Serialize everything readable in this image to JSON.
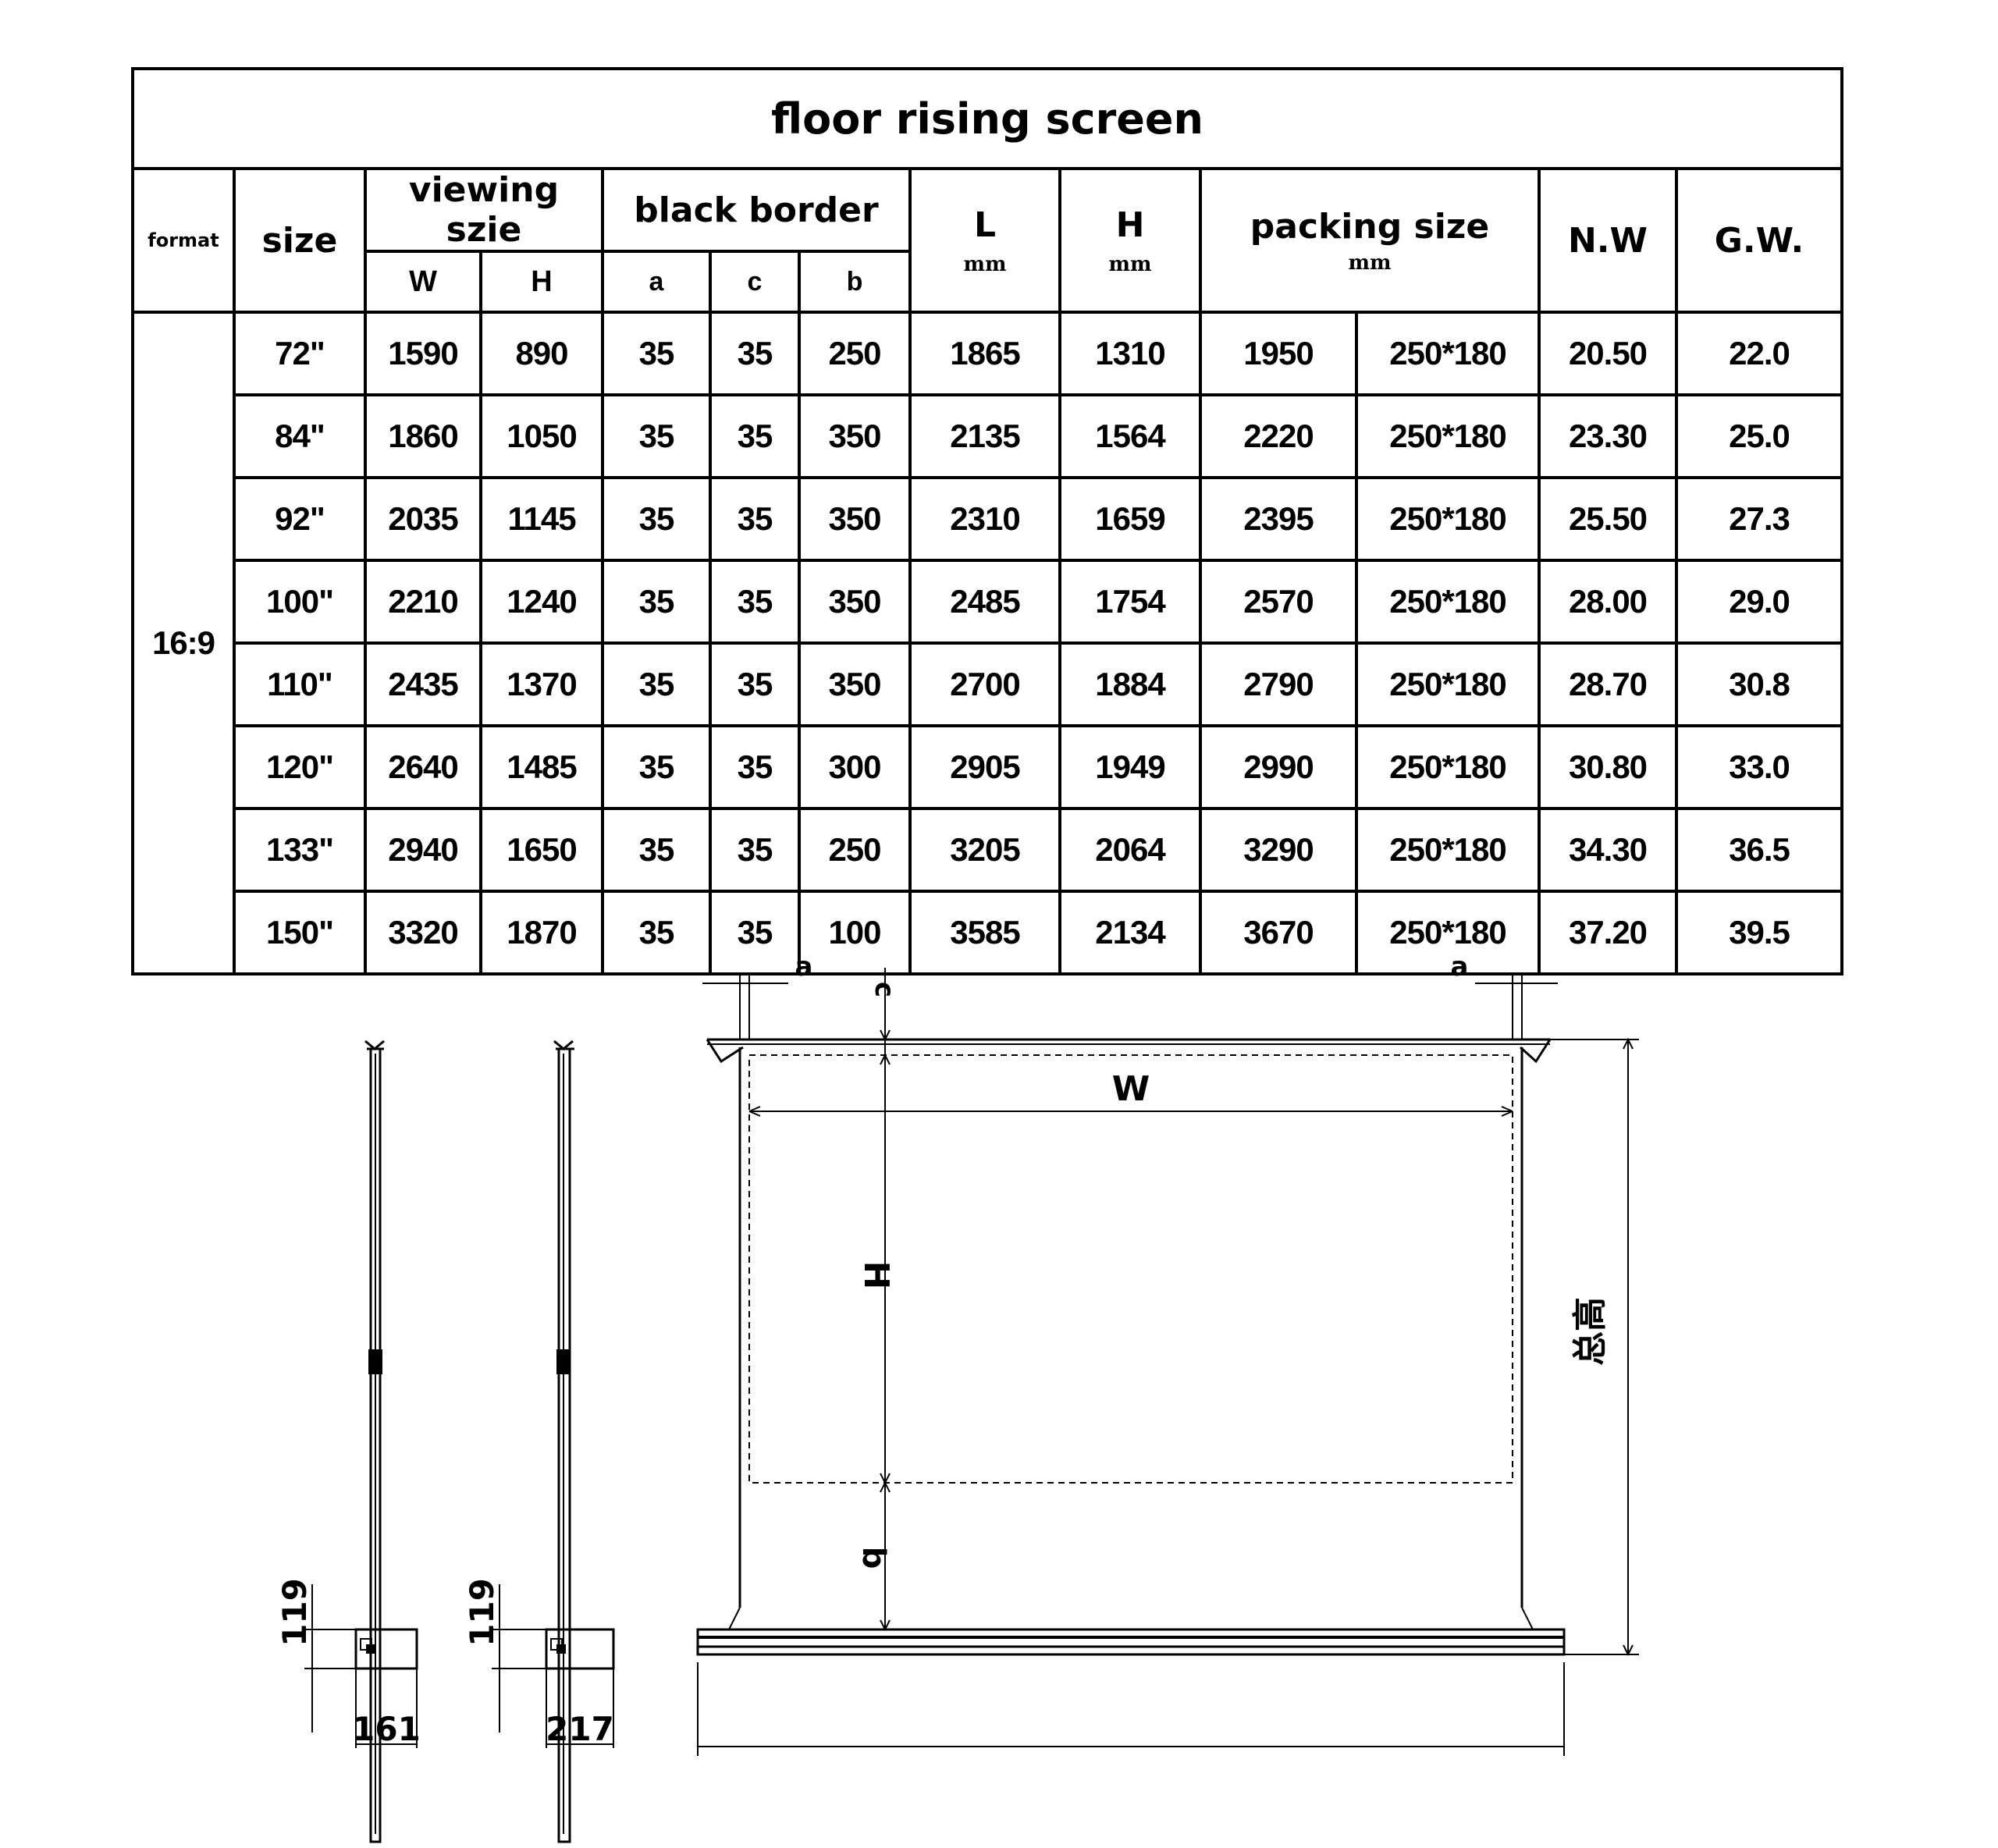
{
  "table": {
    "title": "floor rising screen",
    "headers": {
      "format": "format",
      "size": "size",
      "viewing": "viewing szie",
      "viewing_w": "W",
      "viewing_h": "H",
      "border": "black border",
      "border_a": "a",
      "border_c": "c",
      "border_b": "b",
      "l": "L",
      "l_unit": "mm",
      "h": "H",
      "h_unit": "mm",
      "packing": "packing size",
      "packing_unit": "mm",
      "nw": "N.W",
      "gw": "G.W."
    },
    "format_value": "16:9",
    "rows": [
      {
        "size": "72\"",
        "w": "1590",
        "h": "890",
        "a": "35",
        "c": "35",
        "b": "250",
        "L": "1865",
        "H": "1310",
        "pack_len": "1950",
        "pack_sec": "250*180",
        "nw": "20.50",
        "gw": "22.0"
      },
      {
        "size": "84\"",
        "w": "1860",
        "h": "1050",
        "a": "35",
        "c": "35",
        "b": "350",
        "L": "2135",
        "H": "1564",
        "pack_len": "2220",
        "pack_sec": "250*180",
        "nw": "23.30",
        "gw": "25.0"
      },
      {
        "size": "92\"",
        "w": "2035",
        "h": "1145",
        "a": "35",
        "c": "35",
        "b": "350",
        "L": "2310",
        "H": "1659",
        "pack_len": "2395",
        "pack_sec": "250*180",
        "nw": "25.50",
        "gw": "27.3"
      },
      {
        "size": "100\"",
        "w": "2210",
        "h": "1240",
        "a": "35",
        "c": "35",
        "b": "350",
        "L": "2485",
        "H": "1754",
        "pack_len": "2570",
        "pack_sec": "250*180",
        "nw": "28.00",
        "gw": "29.0"
      },
      {
        "size": "110\"",
        "w": "2435",
        "h": "1370",
        "a": "35",
        "c": "35",
        "b": "350",
        "L": "2700",
        "H": "1884",
        "pack_len": "2790",
        "pack_sec": "250*180",
        "nw": "28.70",
        "gw": "30.8"
      },
      {
        "size": "120\"",
        "w": "2640",
        "h": "1485",
        "a": "35",
        "c": "35",
        "b": "300",
        "L": "2905",
        "H": "1949",
        "pack_len": "2990",
        "pack_sec": "250*180",
        "nw": "30.80",
        "gw": "33.0"
      },
      {
        "size": "133\"",
        "w": "2940",
        "h": "1650",
        "a": "35",
        "c": "35",
        "b": "250",
        "L": "3205",
        "H": "2064",
        "pack_len": "3290",
        "pack_sec": "250*180",
        "nw": "34.30",
        "gw": "36.5"
      },
      {
        "size": "150\"",
        "w": "3320",
        "h": "1870",
        "a": "35",
        "c": "35",
        "b": "100",
        "L": "3585",
        "H": "2134",
        "pack_len": "3670",
        "pack_sec": "250*180",
        "nw": "37.20",
        "gw": "39.5"
      }
    ]
  },
  "drawing": {
    "side_view_1": {
      "height_label": "119",
      "width_label": "161"
    },
    "side_view_2": {
      "height_label": "119",
      "width_label": "217"
    },
    "front_view": {
      "label_a_left": "a",
      "label_a_right": "a",
      "label_c": "c",
      "label_w": "W",
      "label_h": "H",
      "label_b": "b",
      "label_total_height": "总高"
    }
  }
}
